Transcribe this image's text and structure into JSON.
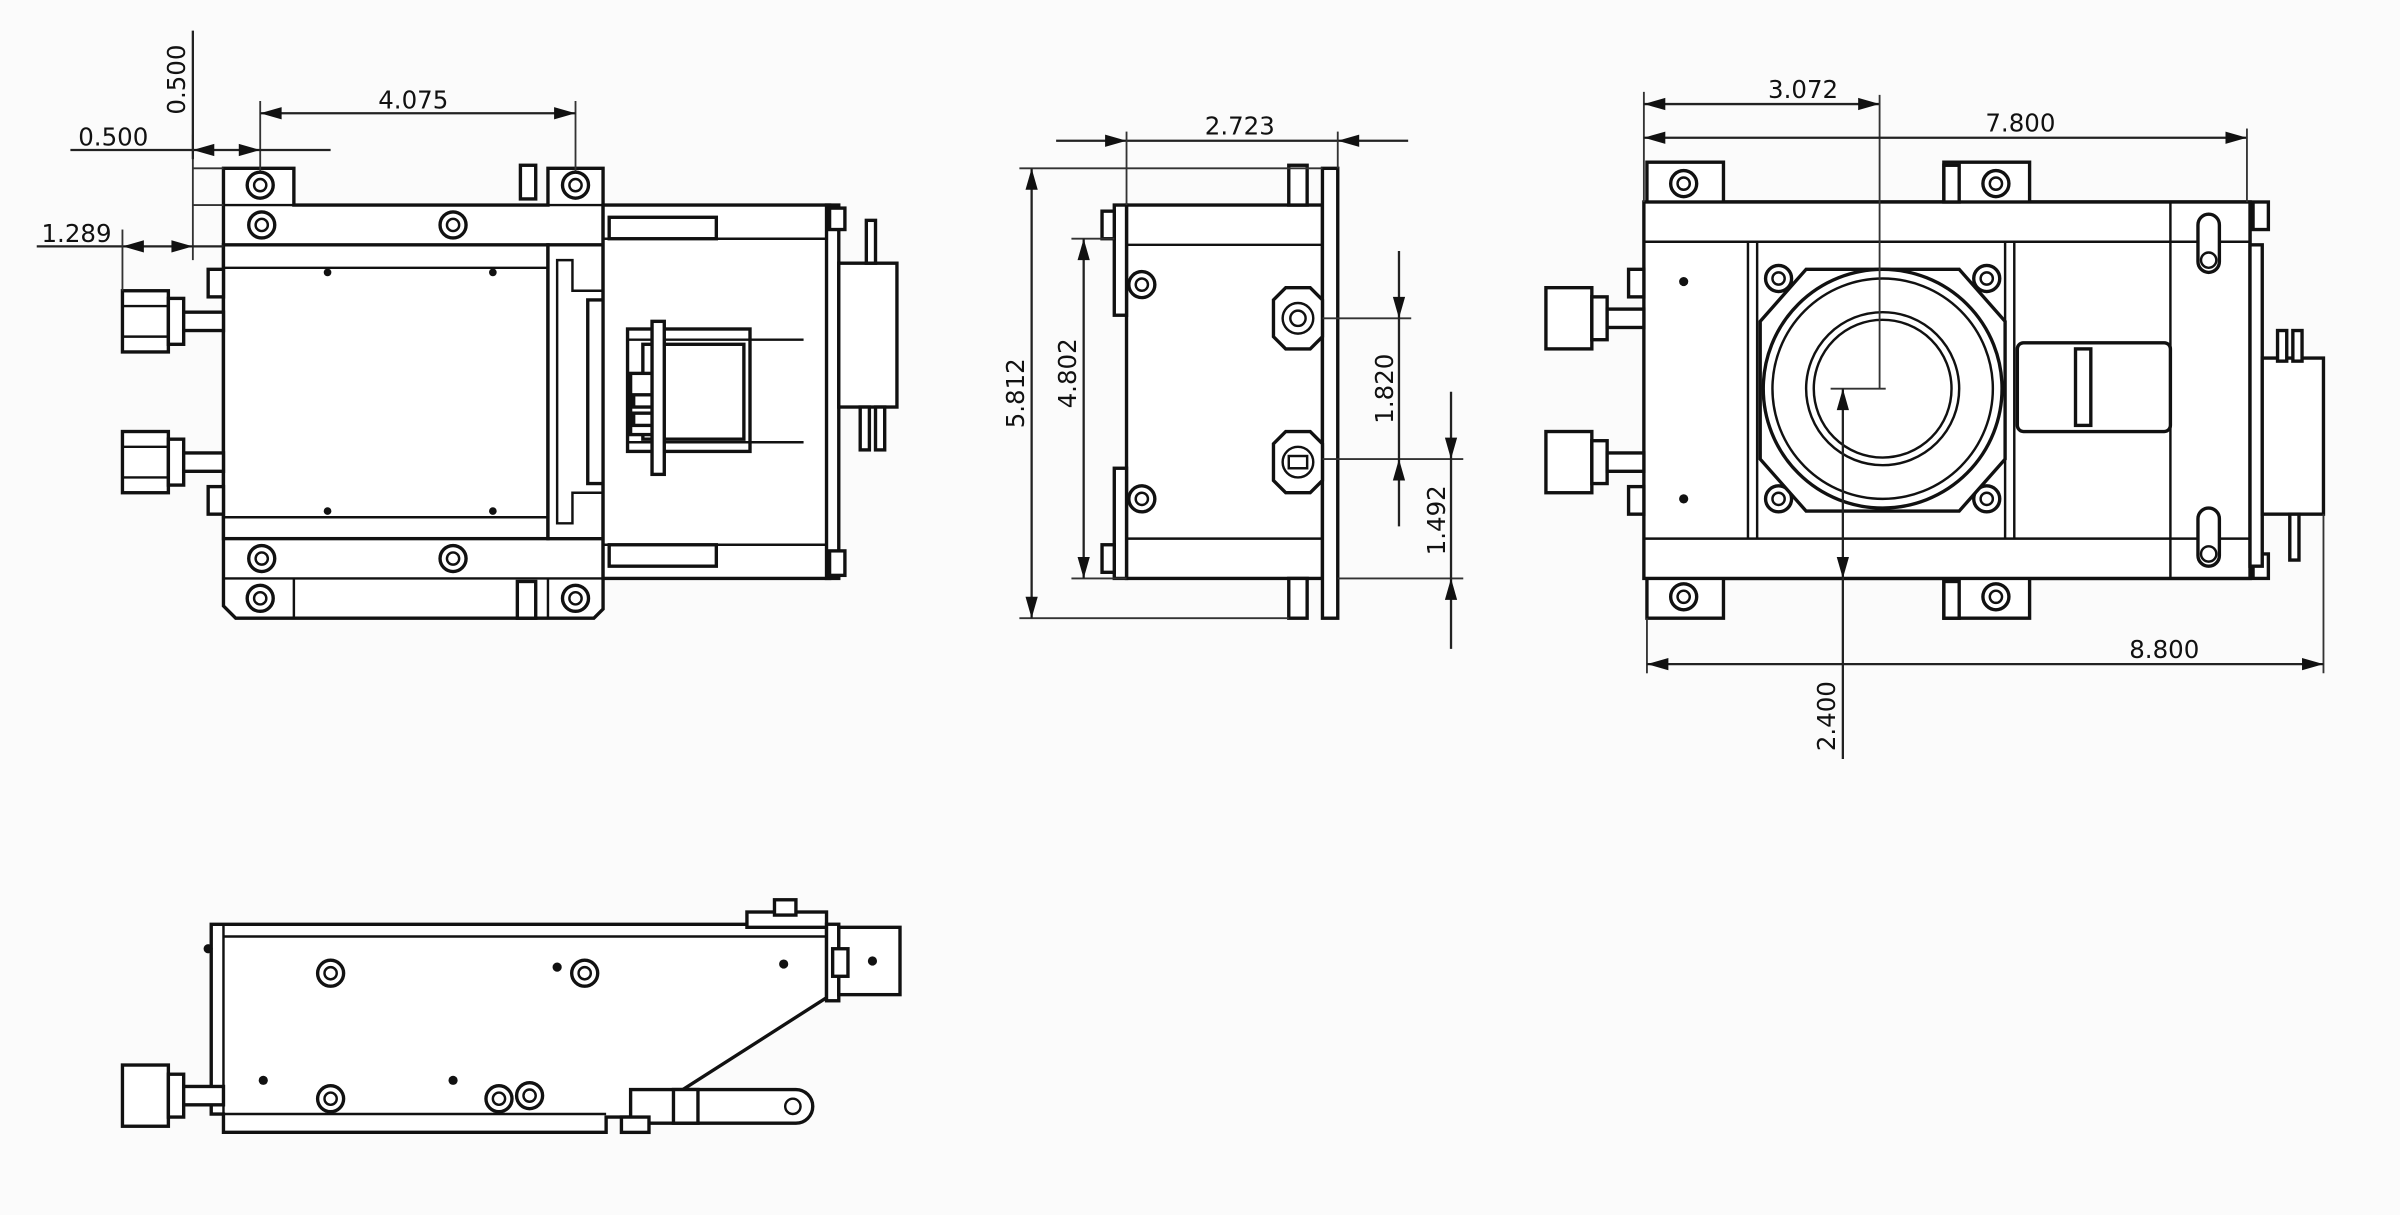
{
  "dimensions": {
    "front": {
      "width": "4.075",
      "top_offset": "0.500",
      "side_offset": "0.500",
      "connector_offset": "1.289"
    },
    "side": {
      "depth": "2.723",
      "overall_height": "5.812",
      "frame_height": "4.802",
      "connector_spacing": "1.820",
      "connector_base": "1.492"
    },
    "plan": {
      "center_x": "3.072",
      "inner_width": "7.800",
      "overall_width": "8.800",
      "center_y": "2.400"
    }
  }
}
